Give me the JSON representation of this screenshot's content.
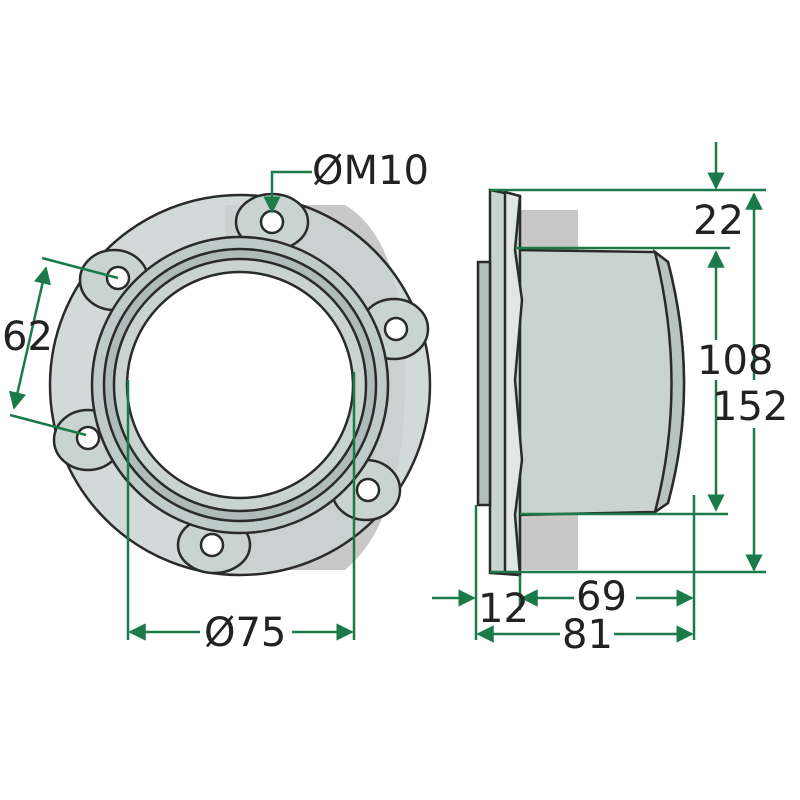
{
  "colors": {
    "part_fill": "#c9d4d1",
    "part_dark": "#a9b5b2",
    "part_light": "#dfe6e4",
    "outline": "#2a2a2a",
    "dimension": "#1a7a4a",
    "watermark": "#9a9a9a"
  },
  "dimensions": {
    "hole_thread": "ØM10",
    "bolt_spacing": "62",
    "bore_diameter": "Ø75",
    "flange_depth": "22",
    "body_diameter": "108",
    "flange_diameter": "152",
    "flange_thickness": "12",
    "body_length": "69",
    "total_length": "81"
  }
}
